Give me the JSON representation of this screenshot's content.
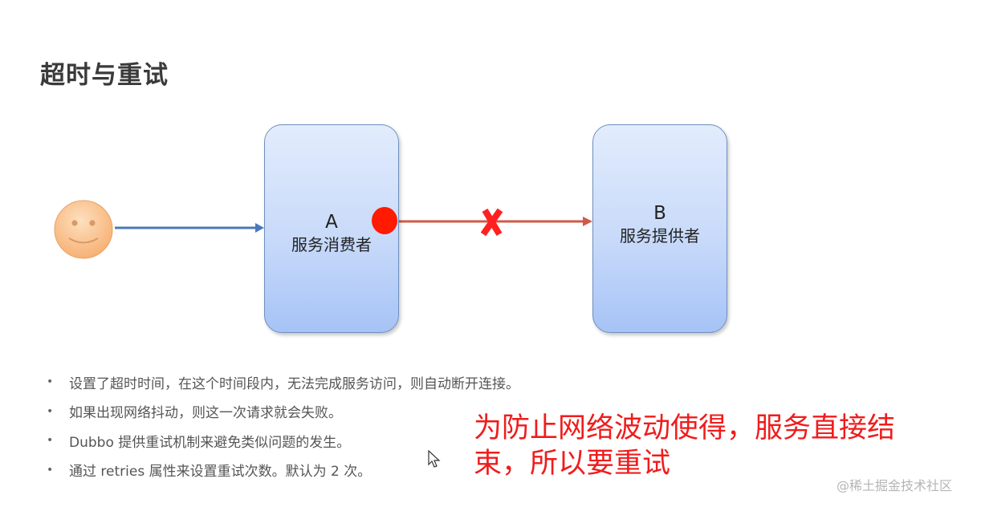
{
  "slide": {
    "title": "超时与重试"
  },
  "diagram": {
    "user_icon": "smiley-face-icon",
    "box_a": {
      "letter": "A",
      "label": "服务消费者"
    },
    "box_b": {
      "letter": "B",
      "label": "服务提供者"
    },
    "connection_status": "failed",
    "colors": {
      "box_border": "#6f8fbf",
      "box_fill_top": "#e2ecfc",
      "box_fill_bottom": "#a6c3f6",
      "user_arrow": "#4a78bd",
      "request_arrow": "#d05a4a",
      "timeout_dot": "#ff1a00",
      "fail_cross": "#ff2020"
    }
  },
  "bullets": [
    "设置了超时时间，在这个时间段内，无法完成服务访问，则自动断开连接。",
    "如果出现网络抖动，则这一次请求就会失败。",
    "Dubbo 提供重试机制来避免类似问题的发生。",
    "通过 retries  属性来设置重试次数。默认为 2 次。"
  ],
  "annotation": {
    "text": "为防止网络波动使得，服务直接结束，所以要重试",
    "color": "#f01c1c"
  },
  "watermark": "@稀土掘金技术社区"
}
